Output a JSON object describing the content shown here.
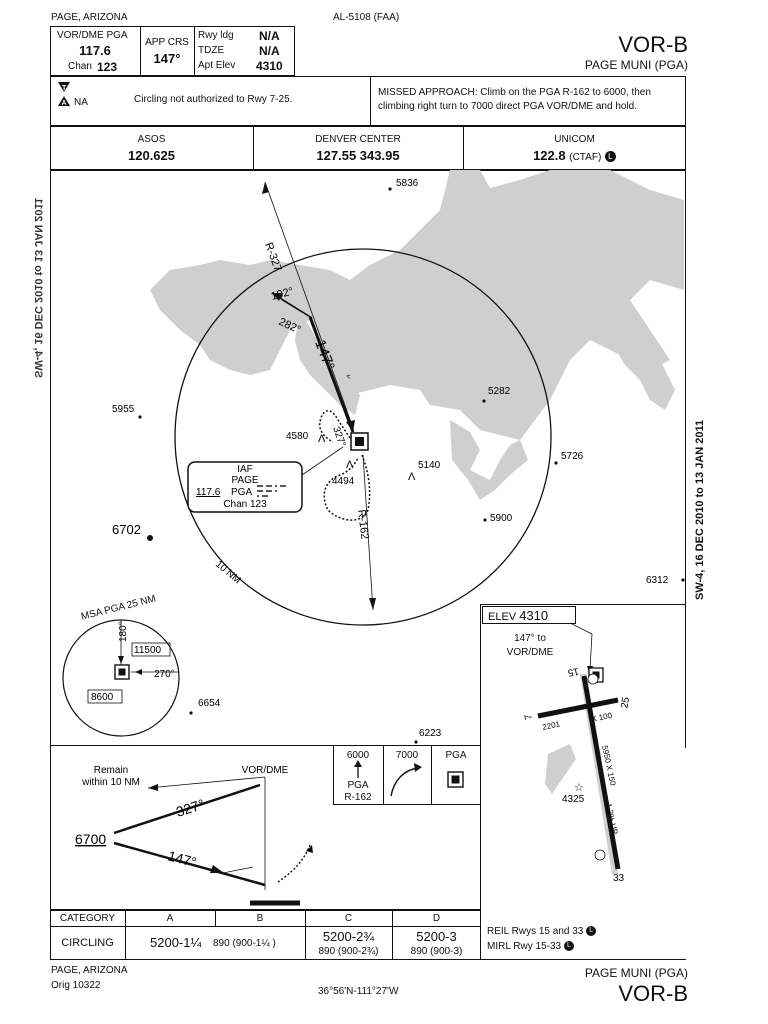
{
  "header": {
    "location_top": "PAGE, ARIZONA",
    "chart_id": "AL-5108 (FAA)",
    "vor_label": "VOR/DME  PGA",
    "vor_freq": "117.6",
    "chan_label": "Chan",
    "chan_num": "123",
    "app_crs_label": "APP CRS",
    "app_crs": "147°",
    "rwy_ldg_label": "Rwy ldg",
    "rwy_ldg": "N/A",
    "tdze_label": "TDZE",
    "tdze": "N/A",
    "apt_elev_label": "Apt Elev",
    "apt_elev": "4310",
    "title": "VOR-B",
    "airport": "PAGE MUNI (PGA)"
  },
  "notes": {
    "na_label": "NA",
    "circling": "Circling not authorized to Rwy 7-25.",
    "missed_line1": "MISSED APPROACH:  Climb on the PGA R-162 to 6000, then",
    "missed_line2": "climbing right turn to 7000 direct PGA VOR/DME and hold."
  },
  "comms": [
    {
      "name": "ASOS",
      "freq": "120.625",
      "extra": ""
    },
    {
      "name": "DENVER CENTER",
      "freq": "127.55  343.95",
      "extra": ""
    },
    {
      "name": "UNICOM",
      "freq": "122.8",
      "extra": "(CTAF)"
    }
  ],
  "plan": {
    "r327": "R-327",
    "r162": "R-162",
    "crs_out": "102°",
    "crs_in": "282°",
    "final_crs": "147°",
    "arc_label": "10 NM",
    "in_label": "327°",
    "elevs": {
      "e5836": "5836",
      "e5955": "5955",
      "e5282": "5282",
      "e5726": "5726",
      "e5140": "5140",
      "e5900": "5900",
      "e6312": "6312",
      "e4580": "4580",
      "e4494": "4494",
      "e6702": "6702",
      "e6654": "6654",
      "e6223": "6223"
    },
    "iaf": {
      "label": "IAF",
      "name": "PAGE",
      "freq": "117.6",
      "id": "PGA",
      "chan": "Chan 123"
    }
  },
  "msa": {
    "title": "MSA PGA 25 NM",
    "b180": "180°",
    "b270": "270°",
    "alt1": "11500",
    "alt2": "8600"
  },
  "edition": {
    "side_text": "SW-4, 16 DEC 2010 to 13 JAN 2011",
    "side_text_mirror": "SW-4, 16 DEC 2010 to 13 JAN 2011"
  },
  "airport_diag": {
    "elev_label": "ELEV",
    "elev": "4310",
    "note1": "147° to",
    "note2": "VOR/DME",
    "rwy15": "15",
    "rwy33": "33",
    "rwy7": "7",
    "rwy25": "25",
    "dim1": "2201",
    "dim1b": "X 100",
    "dim2": "5950 X 150",
    "grade": "1.2% UP",
    "ob_elev": "4325",
    "light1": "REIL Rwys 15 and 33",
    "light2": "MIRL Rwy 15-33"
  },
  "profile": {
    "remain1": "Remain",
    "remain2": "within 10 NM",
    "vor": "VOR/DME",
    "alt": "6700",
    "crs_out": "327°",
    "crs_in": "147°",
    "m1_alt": "6000",
    "m1_fix": "PGA",
    "m1_rad": "R-162",
    "m2_alt": "7000",
    "m3_fix": "PGA"
  },
  "minimums": {
    "category_label": "CATEGORY",
    "cats": [
      "A",
      "B",
      "C",
      "D"
    ],
    "row_label": "CIRCLING",
    "ab_main": "5200-1¼",
    "ab_sub": "890 (900-1¼ )",
    "c_main": "5200-2¾",
    "c_sub": "890 (900-2¾)",
    "d_main": "5200-3",
    "d_sub": "890 (900-3)"
  },
  "footer": {
    "location": "PAGE, ARIZONA",
    "orig": "Orig  10322",
    "coords": "36°56'N-111°27'W",
    "airport": "PAGE MUNI (PGA)",
    "title": "VOR-B"
  }
}
